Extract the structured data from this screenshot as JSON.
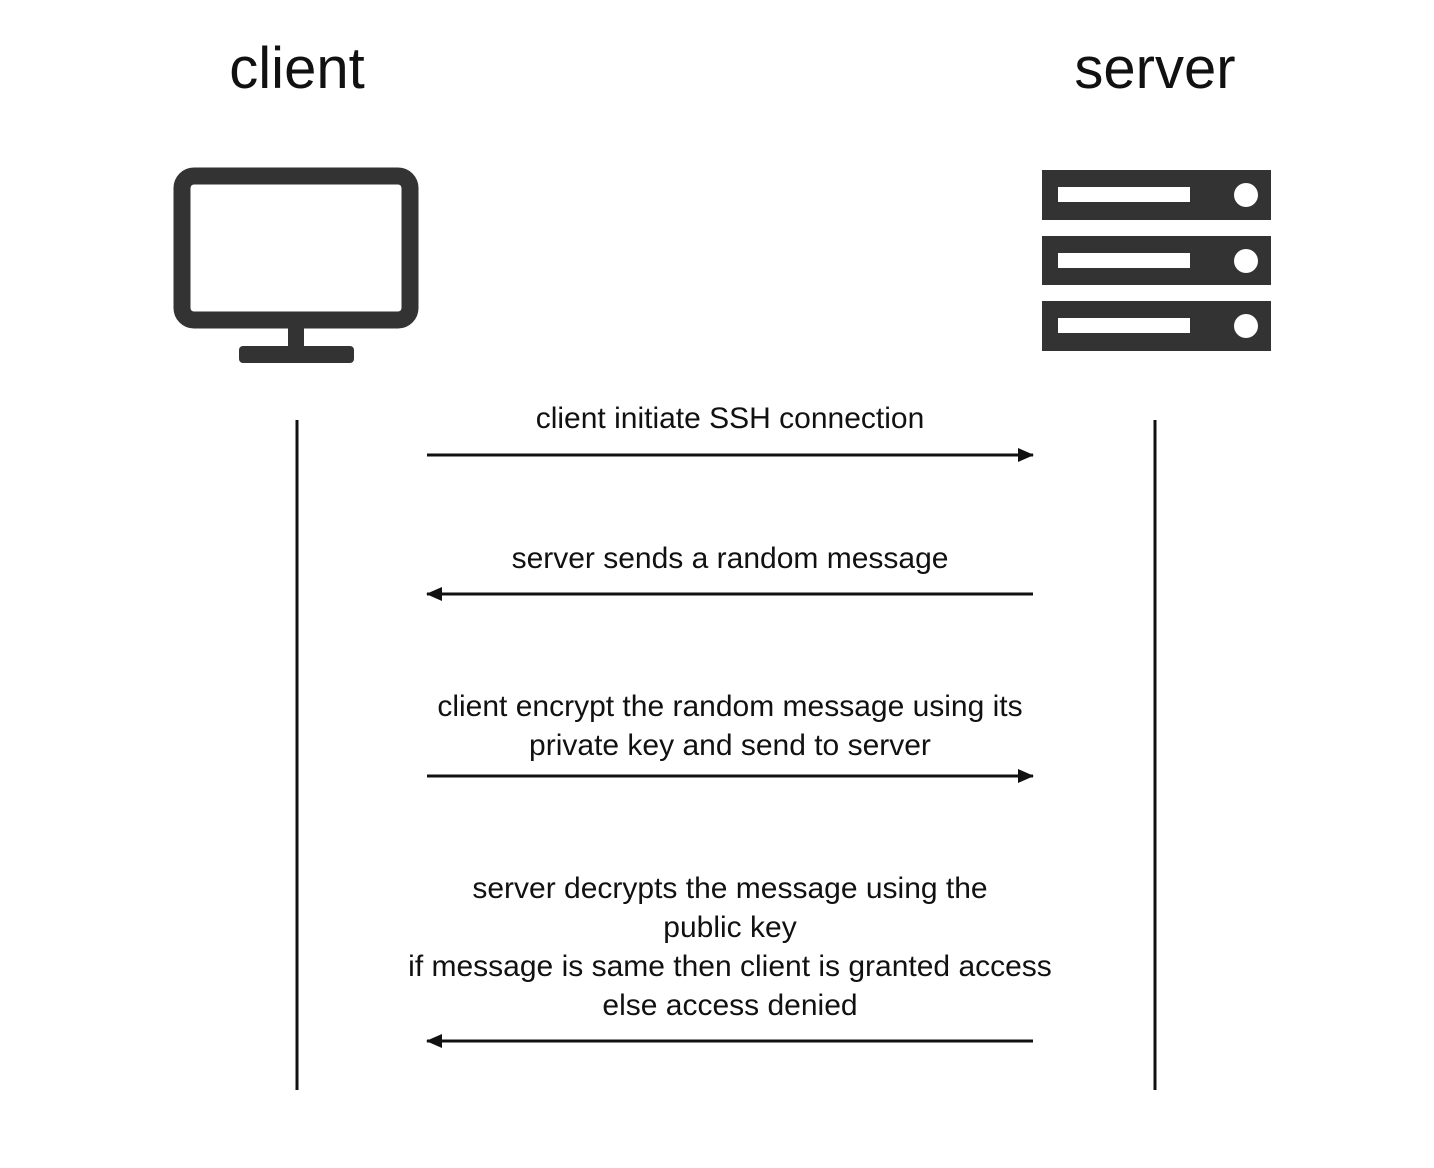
{
  "actors": {
    "client": {
      "label": "client",
      "icon": "monitor-icon"
    },
    "server": {
      "label": "server",
      "icon": "server-rack-icon"
    }
  },
  "messages": [
    {
      "direction": "client-to-server",
      "label": "client initiate SSH connection"
    },
    {
      "direction": "server-to-client",
      "label": "server sends a random message"
    },
    {
      "direction": "client-to-server",
      "label": "client encrypt the random message using its\nprivate key and send to server"
    },
    {
      "direction": "server-to-client",
      "label": "server decrypts the message using the\npublic key\nif message is same then client is granted access\nelse access denied"
    }
  ],
  "colors": {
    "icon": "#333333",
    "line": "#111111",
    "text": "#111111"
  }
}
